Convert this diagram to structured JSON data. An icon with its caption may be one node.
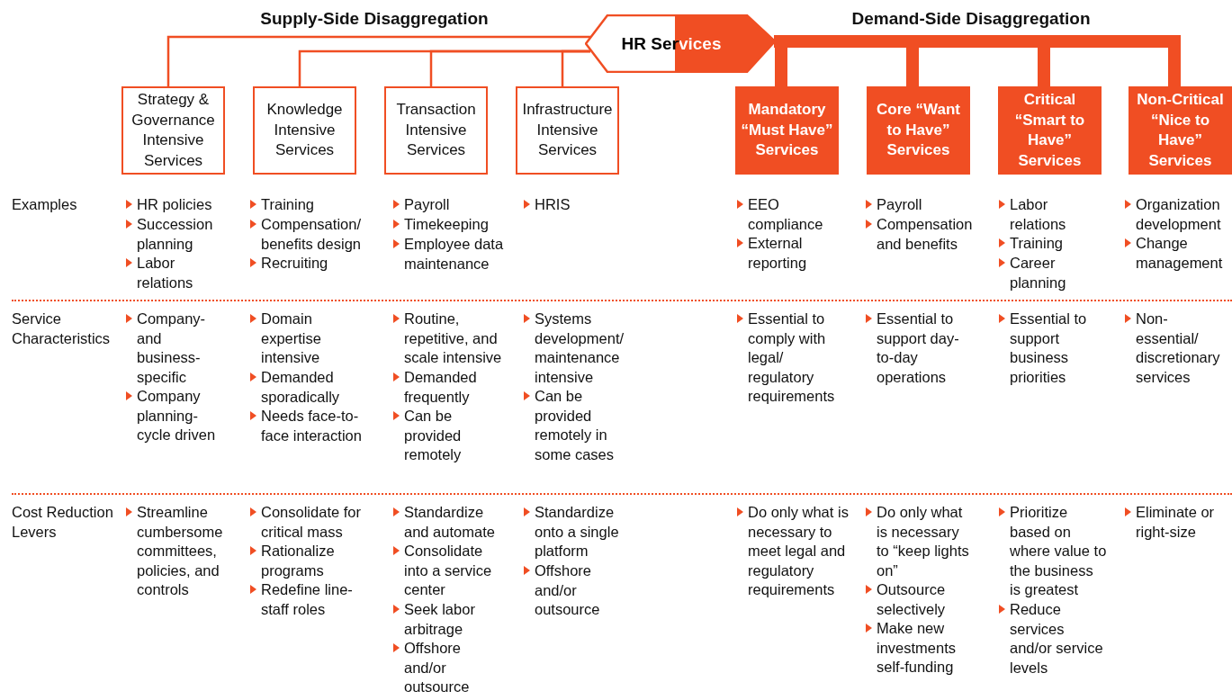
{
  "diagram": {
    "nodes": [
      {
        "text": [
          "HR Services"
        ]
      },
      {
        "text": [
          "Strategy & Governance Intensive Services"
        ]
      },
      {
        "text": [
          "Knowledge Intensive Services"
        ]
      },
      {
        "text": [
          "Transaction Intensive Services"
        ]
      },
      {
        "text": [
          "Infrastructure Intensive Services"
        ]
      },
      {
        "text": [
          "Mandatory “Must Have” Services"
        ]
      },
      {
        "text": [
          "Core “Want to Have” Services"
        ]
      },
      {
        "text": [
          "Critical “Smart to Have” Services"
        ]
      },
      {
        "text": [
          "Non-Critical “Nice to Have” Services"
        ]
      }
    ],
    "edges": [
      {
        "from": 0,
        "to": 1,
        "arrow": "none"
      },
      {
        "from": 0,
        "to": 2,
        "arrow": "none"
      },
      {
        "from": 0,
        "to": 3,
        "arrow": "none"
      },
      {
        "from": 0,
        "to": 4,
        "arrow": "none"
      },
      {
        "from": 0,
        "to": 5,
        "arrow": "none",
        "style": "thick"
      },
      {
        "from": 0,
        "to": 6,
        "arrow": "none",
        "style": "thick"
      },
      {
        "from": 0,
        "to": 7,
        "arrow": "none",
        "style": "thick"
      },
      {
        "from": 0,
        "to": 8,
        "arrow": "none",
        "style": "thick"
      }
    ],
    "labels": [
      "Supply-Side Disaggregation",
      "Demand-Side Disaggregation",
      "Examples",
      "HR policies",
      "Succession planning",
      "Labor relations",
      "Training",
      "Compensation/ benefits design",
      "Recruiting",
      "Payroll",
      "Timekeeping",
      "Employee data maintenance",
      "HRIS",
      "EEO compliance",
      "External reporting",
      "Payroll",
      "Compensation and benefits",
      "Labor relations",
      "Training",
      "Career planning",
      "Organization development",
      "Change management",
      "Service Characteristics",
      "Company- and business-specific",
      "Company planning-cycle driven",
      "Domain expertise intensive",
      "Demanded sporadically",
      "Needs face-to-face interaction",
      "Routine, repetitive, and scale intensive",
      "Demanded frequently",
      "Can be provided remotely",
      "Systems development/ maintenance intensive",
      "Can be provided remotely in some cases",
      "Essential to comply with legal/ regulatory requirements",
      "Essential to support day-to-day operations",
      "Essential to support business priorities",
      "Non-essential/ discretionary services",
      "Cost Reduction Levers",
      "Streamline cumbersome committees, policies, and controls",
      "Consolidate for critical mass",
      "Rationalize programs",
      "Redefine line-staff roles",
      "Standardize and automate",
      "Consolidate into a service center",
      "Seek labor arbitrage",
      "Offshore and/or outsource",
      "Standardize onto a single platform",
      "Offshore and/or outsource",
      "Do only what is necessary to meet legal and regulatory requirements",
      "Do only what is necessary to “keep lights on”",
      "Outsource selectively",
      "Make new investments self-funding",
      "Prioritize based on where value to the business is greatest",
      "Reduce services and/or service levels",
      "Eliminate or right-size"
    ]
  }
}
